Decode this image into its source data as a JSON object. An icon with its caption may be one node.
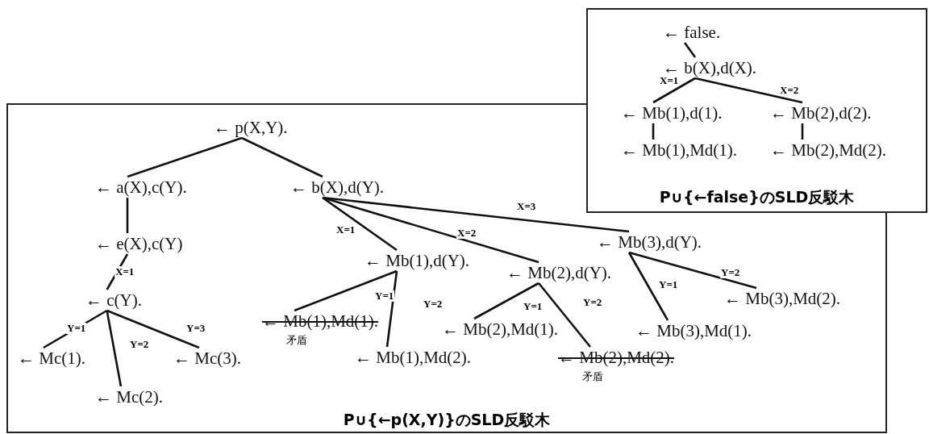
{
  "diagram": {
    "nodes": [
      {
        "text": [
          "P∪{←p(X,Y)}のSLD反駁木"
        ]
      },
      {
        "text": [
          "← p(X,Y)."
        ],
        "in": 0
      },
      {
        "text": [
          "← a(X),c(Y)."
        ],
        "in": 0
      },
      {
        "text": [
          "← b(X),d(Y)."
        ],
        "in": 0
      },
      {
        "text": [
          "← e(X),c(Y)"
        ],
        "in": 0
      },
      {
        "text": [
          "← c(Y)."
        ],
        "in": 0
      },
      {
        "text": [
          "← Mc(1)."
        ],
        "in": 0
      },
      {
        "text": [
          "← Mc(2)."
        ],
        "in": 0
      },
      {
        "text": [
          "← Mc(3)."
        ],
        "in": 0
      },
      {
        "text": [
          "← Mb(1),d(Y)."
        ],
        "in": 0
      },
      {
        "text": [
          "← Mb(2),d(Y)."
        ],
        "in": 0
      },
      {
        "text": [
          "← Mb(3),d(Y)."
        ],
        "in": 0
      },
      {
        "text": [
          "← Mb(1),Md(1)."
        ],
        "beside": [
          "矛盾"
        ],
        "in": 0
      },
      {
        "text": [
          "← Mb(1),Md(2)."
        ],
        "in": 0
      },
      {
        "text": [
          "← Mb(2),Md(1)."
        ],
        "in": 0
      },
      {
        "text": [
          "← Mb(2),Md(2)."
        ],
        "beside": [
          "矛盾"
        ],
        "in": 0
      },
      {
        "text": [
          "← Mb(3),Md(1)."
        ],
        "in": 0
      },
      {
        "text": [
          "← Mb(3),Md(2)."
        ],
        "in": 0
      },
      {
        "text": [
          "P∪{←false}のSLD反駁木"
        ]
      },
      {
        "text": [
          "← false."
        ],
        "in": 18
      },
      {
        "text": [
          "← b(X),d(X)."
        ],
        "in": 18
      },
      {
        "text": [
          "← Mb(1),d(1)."
        ]
      },
      {
        "text": [
          "← Mb(2),d(2)."
        ]
      },
      {
        "text": [
          "← Mb(1),Md(1)."
        ]
      },
      {
        "text": [
          "← Mb(2),Md(2)."
        ]
      }
    ],
    "edges": [
      {
        "from": 1,
        "to": 2,
        "arrow": "none"
      },
      {
        "from": 1,
        "to": 3,
        "arrow": "none"
      },
      {
        "from": 2,
        "to": 4,
        "arrow": "none"
      },
      {
        "from": 4,
        "to": 5,
        "arrow": "none",
        "label": "X=1"
      },
      {
        "from": 5,
        "to": 6,
        "arrow": "none",
        "label": "Y=1"
      },
      {
        "from": 5,
        "to": 7,
        "arrow": "none",
        "label": "Y=2"
      },
      {
        "from": 5,
        "to": 8,
        "arrow": "none",
        "label": "Y=3"
      },
      {
        "from": 3,
        "to": 9,
        "arrow": "none",
        "label": "X=1"
      },
      {
        "from": 3,
        "to": 10,
        "arrow": "none",
        "label": "X=2"
      },
      {
        "from": 3,
        "to": 11,
        "arrow": "none",
        "label": "X=3"
      },
      {
        "from": 9,
        "to": 12,
        "arrow": "none",
        "label": "Y=1"
      },
      {
        "from": 9,
        "to": 13,
        "arrow": "none",
        "label": "Y=2"
      },
      {
        "from": 10,
        "to": 14,
        "arrow": "none",
        "label": "Y=1"
      },
      {
        "from": 10,
        "to": 15,
        "arrow": "none",
        "label": "Y=2"
      },
      {
        "from": 11,
        "to": 16,
        "arrow": "none",
        "label": "Y=1"
      },
      {
        "from": 11,
        "to": 17,
        "arrow": "none",
        "label": "Y=2"
      },
      {
        "from": 19,
        "to": 20,
        "arrow": "none"
      },
      {
        "from": 20,
        "to": 21,
        "arrow": "none",
        "label": "X=1"
      },
      {
        "from": 20,
        "to": 22,
        "arrow": "none",
        "label": "X=2"
      },
      {
        "from": 21,
        "to": 23,
        "arrow": "none"
      },
      {
        "from": 22,
        "to": 24,
        "arrow": "none"
      }
    ]
  }
}
